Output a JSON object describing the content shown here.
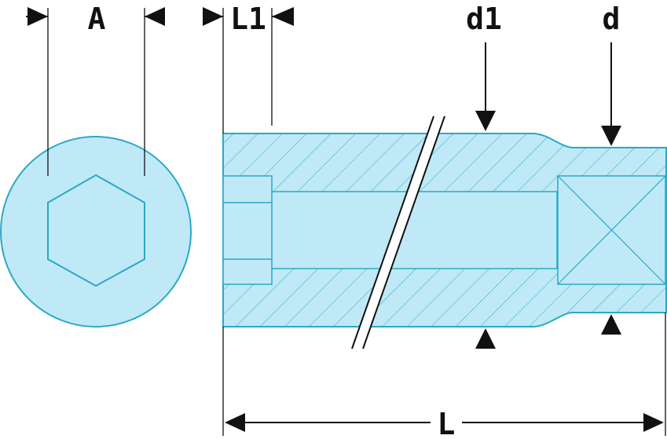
{
  "labels": {
    "A": "A",
    "L1": "L1",
    "d1": "d1",
    "d": "d",
    "L": "L"
  },
  "colors": {
    "fill": "#bfe9f7",
    "outline": "#2aa9c4",
    "dimension": "#111111",
    "background": "#ffffff"
  }
}
